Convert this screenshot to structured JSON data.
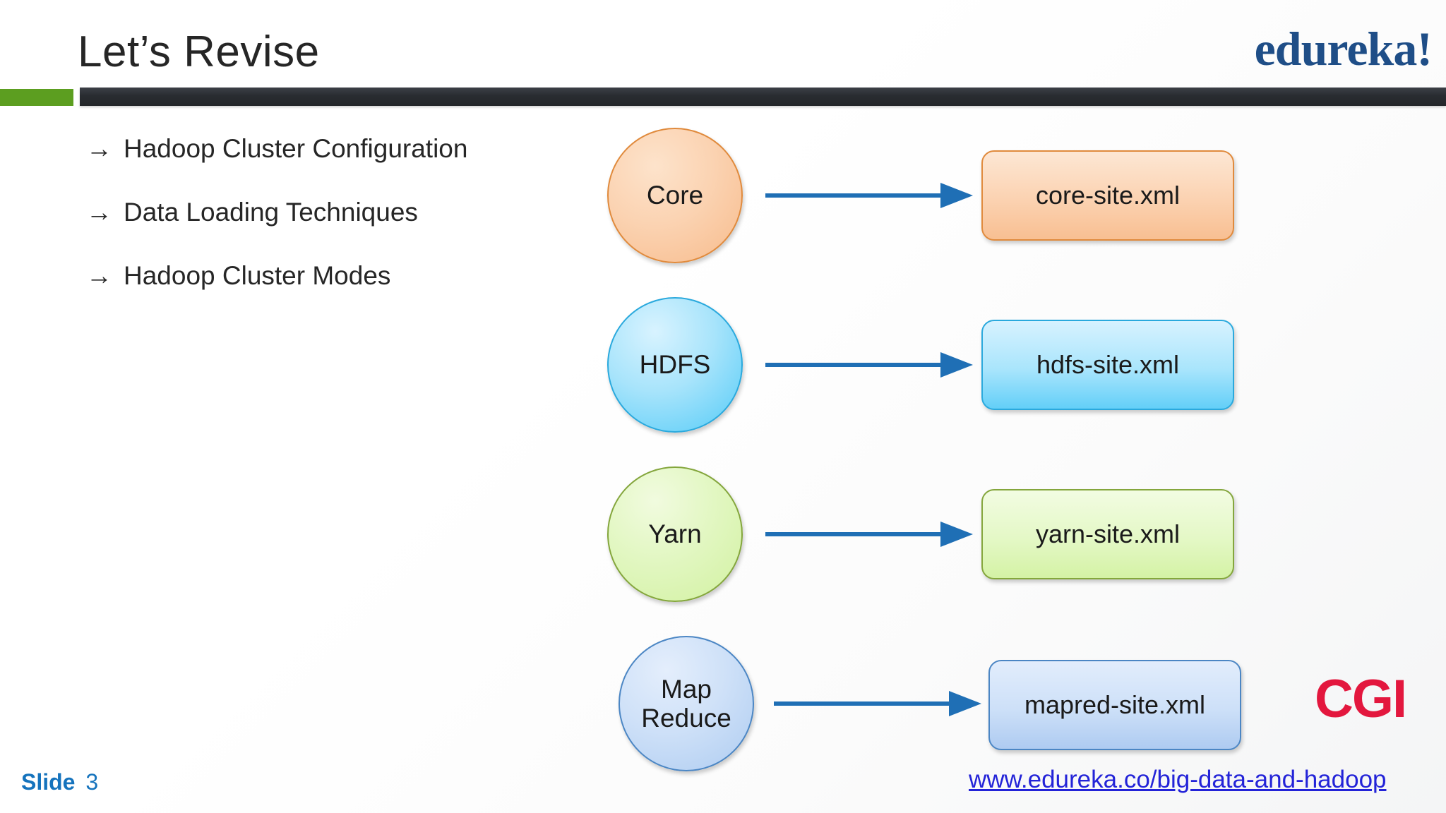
{
  "header": {
    "title": "Let’s Revise",
    "brand_logo": "edureka!",
    "brand_color": "#1f4e87",
    "accent_green": "#5c9e20",
    "rule_dark": "#292c31"
  },
  "bullets": {
    "marker": "→",
    "items": [
      "Hadoop Cluster Configuration",
      "Data Loading Techniques",
      "Hadoop Cluster Modes"
    ]
  },
  "diagram": {
    "arrow_color": "#1f6fb5",
    "rows": [
      {
        "node": "Core",
        "node_line2": "",
        "file": "core-site.xml",
        "color": "#f7bb8c",
        "border": "#e08a3c"
      },
      {
        "node": "HDFS",
        "node_line2": "",
        "file": "hdfs-site.xml",
        "color": "#54cbf7",
        "border": "#2aa9dd"
      },
      {
        "node": "Yarn",
        "node_line2": "",
        "file": "yarn-site.xml",
        "color": "#d2f1a1",
        "border": "#84a63c"
      },
      {
        "node": "Map",
        "node_line2": "Reduce",
        "file": "mapred-site.xml",
        "color": "#aeccf1",
        "border": "#4b86c4"
      }
    ]
  },
  "footer": {
    "slide_label": "Slide",
    "slide_number": "3",
    "slide_color": "#1573bd",
    "link_text": "www.edureka.co/big-data-and-hadoop",
    "link_color": "#2323d8",
    "partner_logo": "CGI",
    "partner_color": "#e3173e"
  }
}
